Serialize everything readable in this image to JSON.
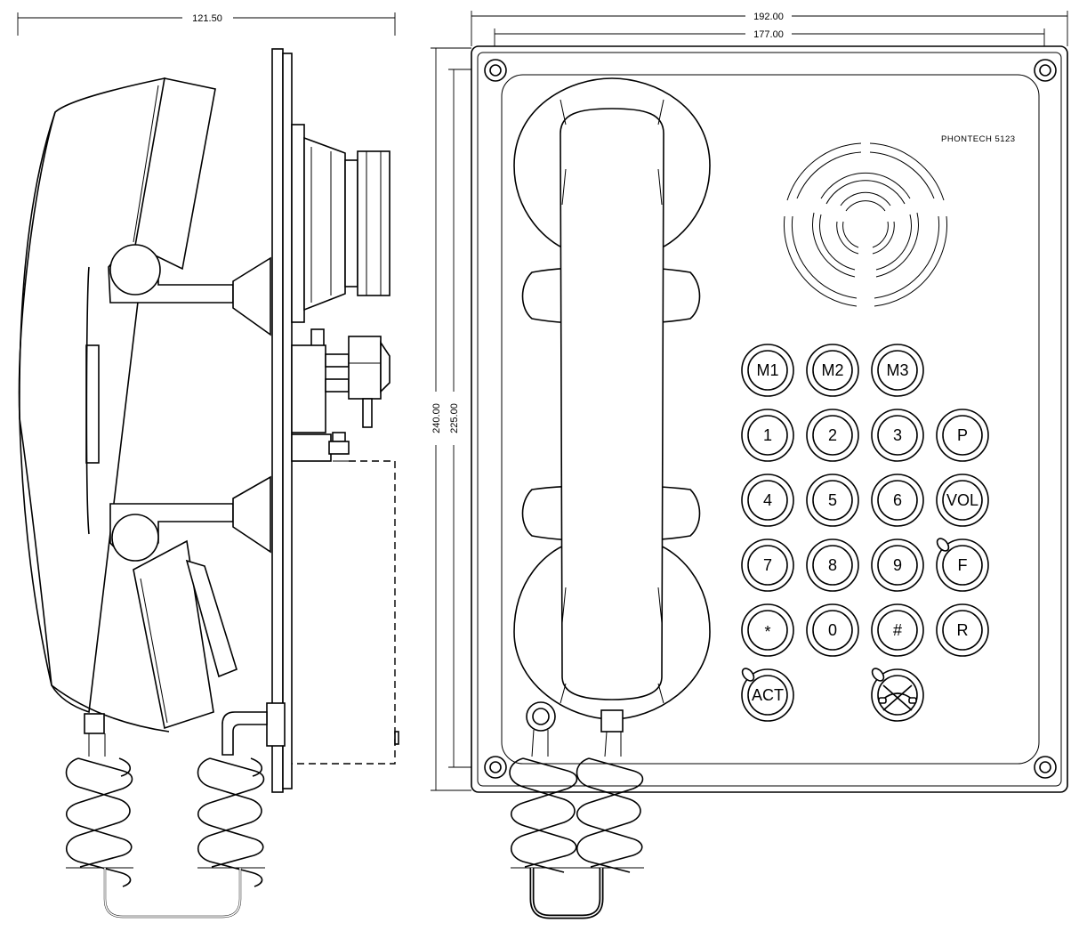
{
  "dimensions": {
    "side_depth": "121.50",
    "front_width_outer": "192.00",
    "front_width_inner": "177.00",
    "front_height_outer": "240.00",
    "front_height_inner": "225.00"
  },
  "brand_label": "PHONTECH 5123",
  "keypad": {
    "row1": [
      "M1",
      "M2",
      "M3"
    ],
    "row2": [
      "1",
      "2",
      "3",
      "P"
    ],
    "row3": [
      "4",
      "5",
      "6",
      "VOL"
    ],
    "row4": [
      "7",
      "8",
      "9",
      "F"
    ],
    "row5": [
      "*",
      "0",
      "#",
      "R"
    ],
    "row6": [
      "ACT"
    ]
  }
}
